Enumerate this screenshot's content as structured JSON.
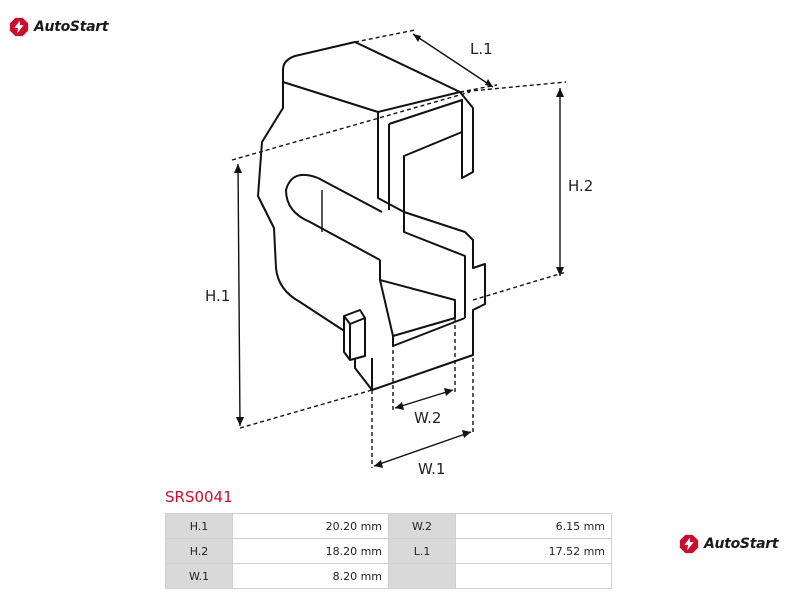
{
  "brand": {
    "name": "AutoStart",
    "logo_color": "#c8102e"
  },
  "labels": {
    "l1": "L.1",
    "h1": "H.1",
    "h2": "H.2",
    "w1": "W.1",
    "w2": "W.2"
  },
  "part_code": "SRS0041",
  "specs": [
    {
      "k1": "H.1",
      "v1": "20.20 mm",
      "k2": "W.2",
      "v2": "6.15 mm"
    },
    {
      "k1": "H.2",
      "v1": "18.20 mm",
      "k2": "L.1",
      "v2": "17.52 mm"
    },
    {
      "k1": "W.1",
      "v1": "8.20 mm",
      "k2": "",
      "v2": ""
    }
  ]
}
